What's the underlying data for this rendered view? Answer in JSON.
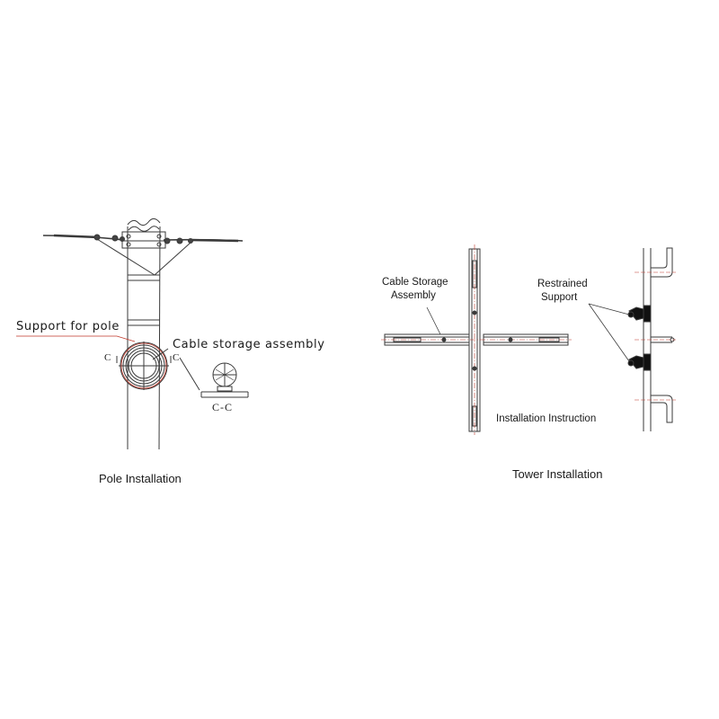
{
  "pole": {
    "support_label": "Support for pole",
    "storage_label": "Cable storage assembly",
    "section_mark_left": "C",
    "section_mark_right": "C",
    "section_label": "C-C",
    "caption": "Pole Installation"
  },
  "tower": {
    "storage_label_line1": "Cable Storage",
    "storage_label_line2": "Assembly",
    "restrained_line1": "Restrained",
    "restrained_line2": "Support",
    "instruction_label": "Installation Instruction",
    "caption": "Tower Installation"
  },
  "colors": {
    "line": "#3a3a3a",
    "accent": "#c0392b",
    "fill_dark": "#111111"
  }
}
